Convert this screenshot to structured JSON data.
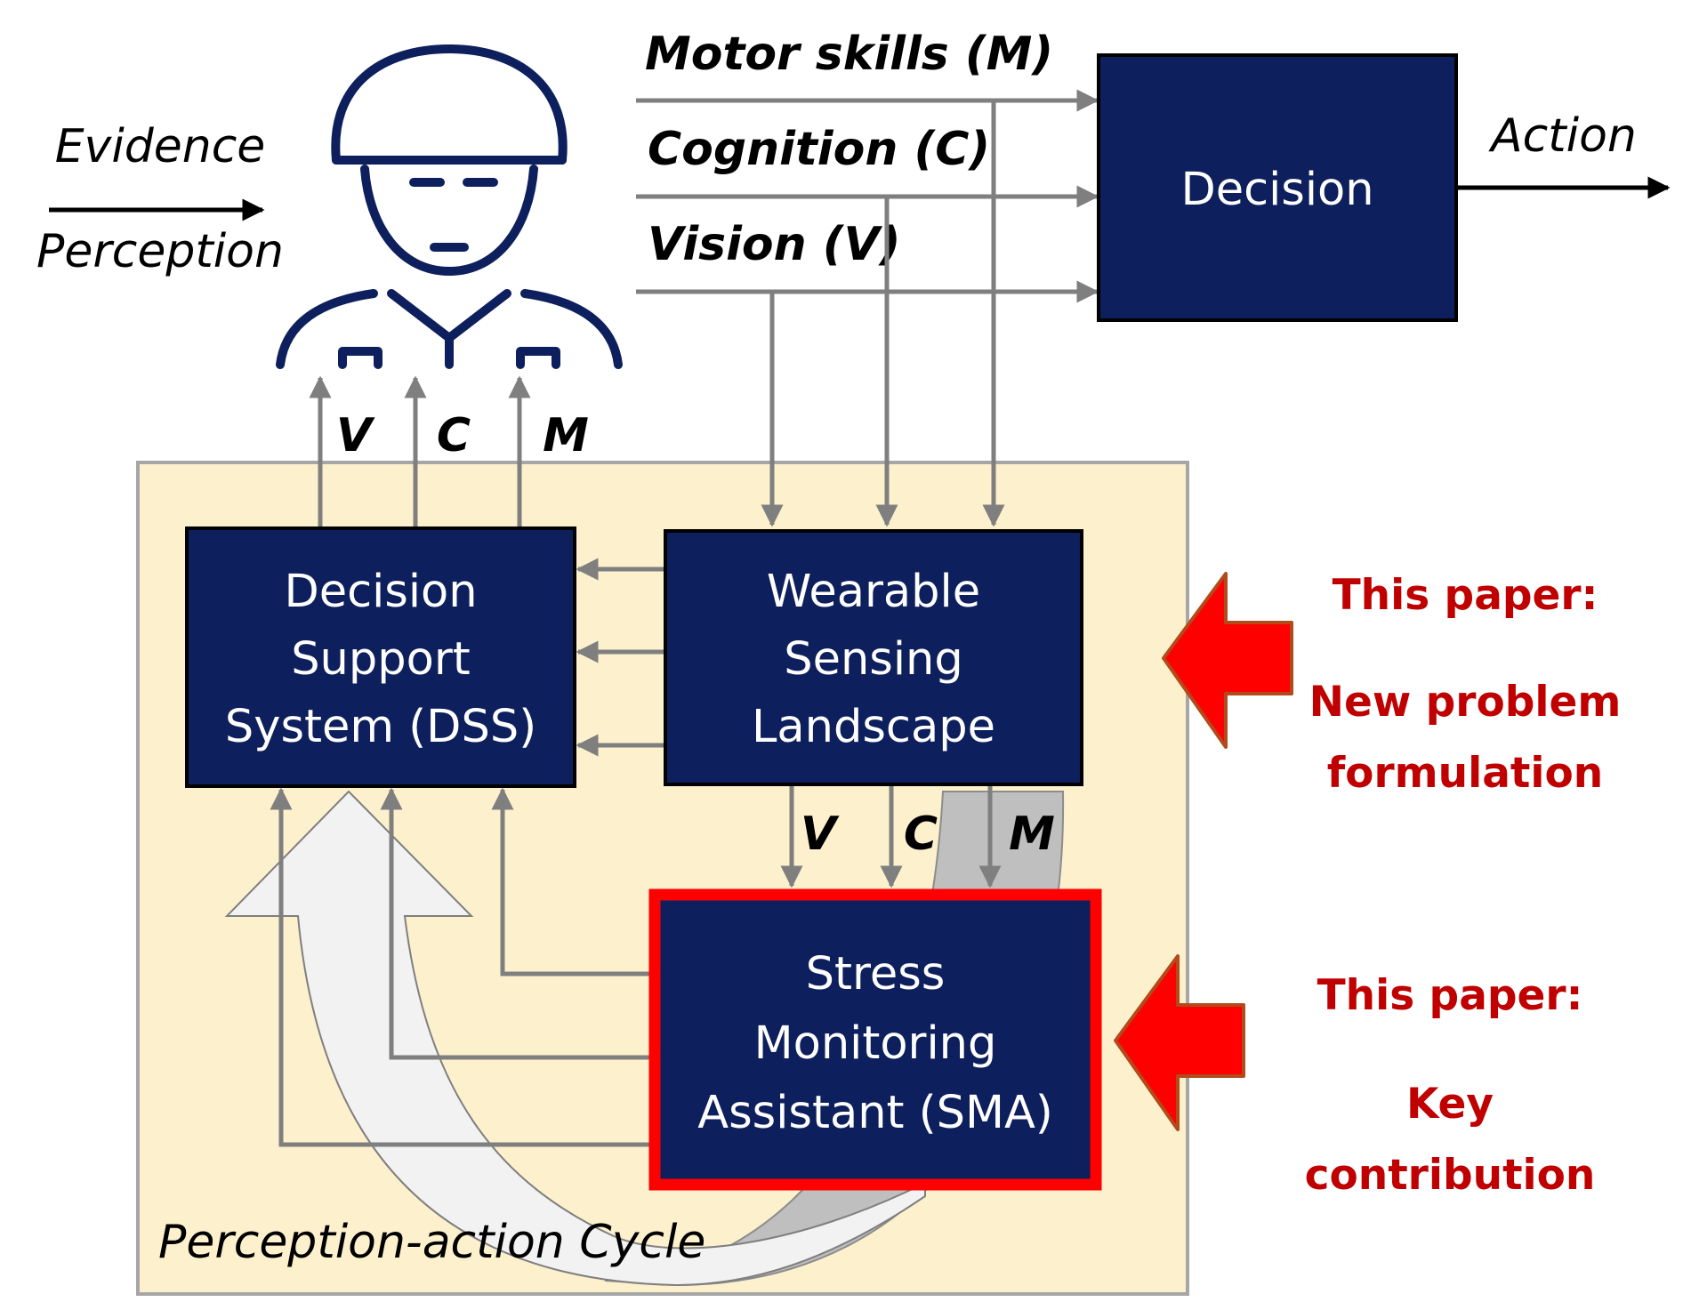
{
  "left_labels": {
    "evidence": "Evidence",
    "perception": "Perception"
  },
  "channels": {
    "motor": "Motor skills (M)",
    "cognition": "Cognition (C)",
    "vision": "Vision (V)"
  },
  "decision_box": {
    "label": "Decision"
  },
  "action_label": "Action",
  "vcm": {
    "v": "V",
    "c": "C",
    "m": "M"
  },
  "dss_box": {
    "line1": "Decision",
    "line2": "Support",
    "line3": "System (DSS)"
  },
  "wearable_box": {
    "line1": "Wearable",
    "line2": "Sensing",
    "line3": "Landscape"
  },
  "sma_box": {
    "line1": "Stress",
    "line2": "Monitoring",
    "line3": "Assistant (SMA)"
  },
  "cycle_label": "Perception-action Cycle",
  "contributions": {
    "first": {
      "heading": "This paper:",
      "line1": "New problem",
      "line2": "formulation"
    },
    "second": {
      "heading": "This paper:",
      "line1": "Key",
      "line2": "contribution"
    }
  },
  "colors": {
    "navy": "#0d1f5c",
    "panel": "#fdf1cd",
    "panel_border": "#a6a6a6",
    "arrow_gray": "#7f7f7f",
    "highlight_red": "#ff0000",
    "text_red": "#c00000"
  }
}
